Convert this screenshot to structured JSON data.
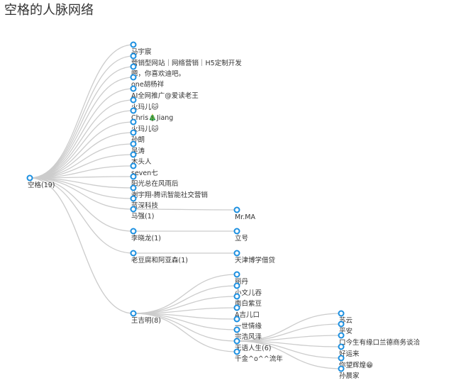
{
  "title": "空格的人脉网络",
  "colors": {
    "node_stroke": "#1b8fe0",
    "link": "#cccccc",
    "text": "#333333"
  },
  "tree": {
    "name": "空格(19)",
    "children": [
      {
        "name": "马宇宸"
      },
      {
        "name": "营销型网站｜网络营销｜H5定制开发"
      },
      {
        "name": "嗯，你喜欢迪吧。"
      },
      {
        "name": "one胡杨祥"
      },
      {
        "name": "AI全网推广@爱读老王"
      },
      {
        "name": "火玛儿",
        "emoji": "cat-face"
      },
      {
        "name": "Chris",
        "emoji": "tree",
        "suffix": "Jiang"
      },
      {
        "name": "火玛儿",
        "emoji": "cat-face"
      },
      {
        "name": "孙朗"
      },
      {
        "name": "吴涛"
      },
      {
        "name": "木头人"
      },
      {
        "name": "seven七"
      },
      {
        "name": "阳光总在风雨后"
      },
      {
        "name": "谢宇翔-腾讯智能社交营销"
      },
      {
        "name": "蓝深科技"
      },
      {
        "name": "马强(1)",
        "children": [
          {
            "name": "Mr.MA"
          }
        ]
      },
      {
        "name": "李晓龙(1)",
        "children": [
          {
            "name": "立号"
          }
        ]
      },
      {
        "name": "老豆腐和阿亚森(1)",
        "children": [
          {
            "name": "天津博学借贷"
          }
        ]
      },
      {
        "name": "王吉明(8)",
        "children": [
          {
            "name": "丽丹"
          },
          {
            "name": "小文儿吞"
          },
          {
            "name": "南白紫豆"
          },
          {
            "name": "A吉儿口"
          },
          {
            "name": "一世情缘"
          },
          {
            "name": "宗浩风泽"
          },
          {
            "name": "无语人生(6)",
            "children": [
              {
                "name": "苏云"
              },
              {
                "name": "平安"
              },
              {
                "name": "口今生有缘口兰德商务谈洽"
              },
              {
                "name": "好运来"
              },
              {
                "name": "你望辉煌",
                "emoji": "grin-face"
              },
              {
                "name": "孙晨家"
              }
            ]
          },
          {
            "name": "千金^o^^流年"
          }
        ]
      }
    ]
  }
}
